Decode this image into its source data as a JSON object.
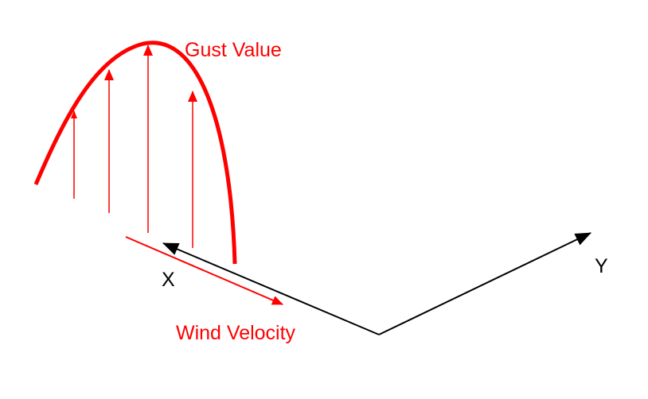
{
  "labels": {
    "gust": "Gust Value",
    "wind": "Wind Velocity",
    "x_axis": "X",
    "y_axis": "Y"
  },
  "colors": {
    "gust": "#ff0000",
    "axes": "#000000",
    "background": "#ffffff"
  }
}
